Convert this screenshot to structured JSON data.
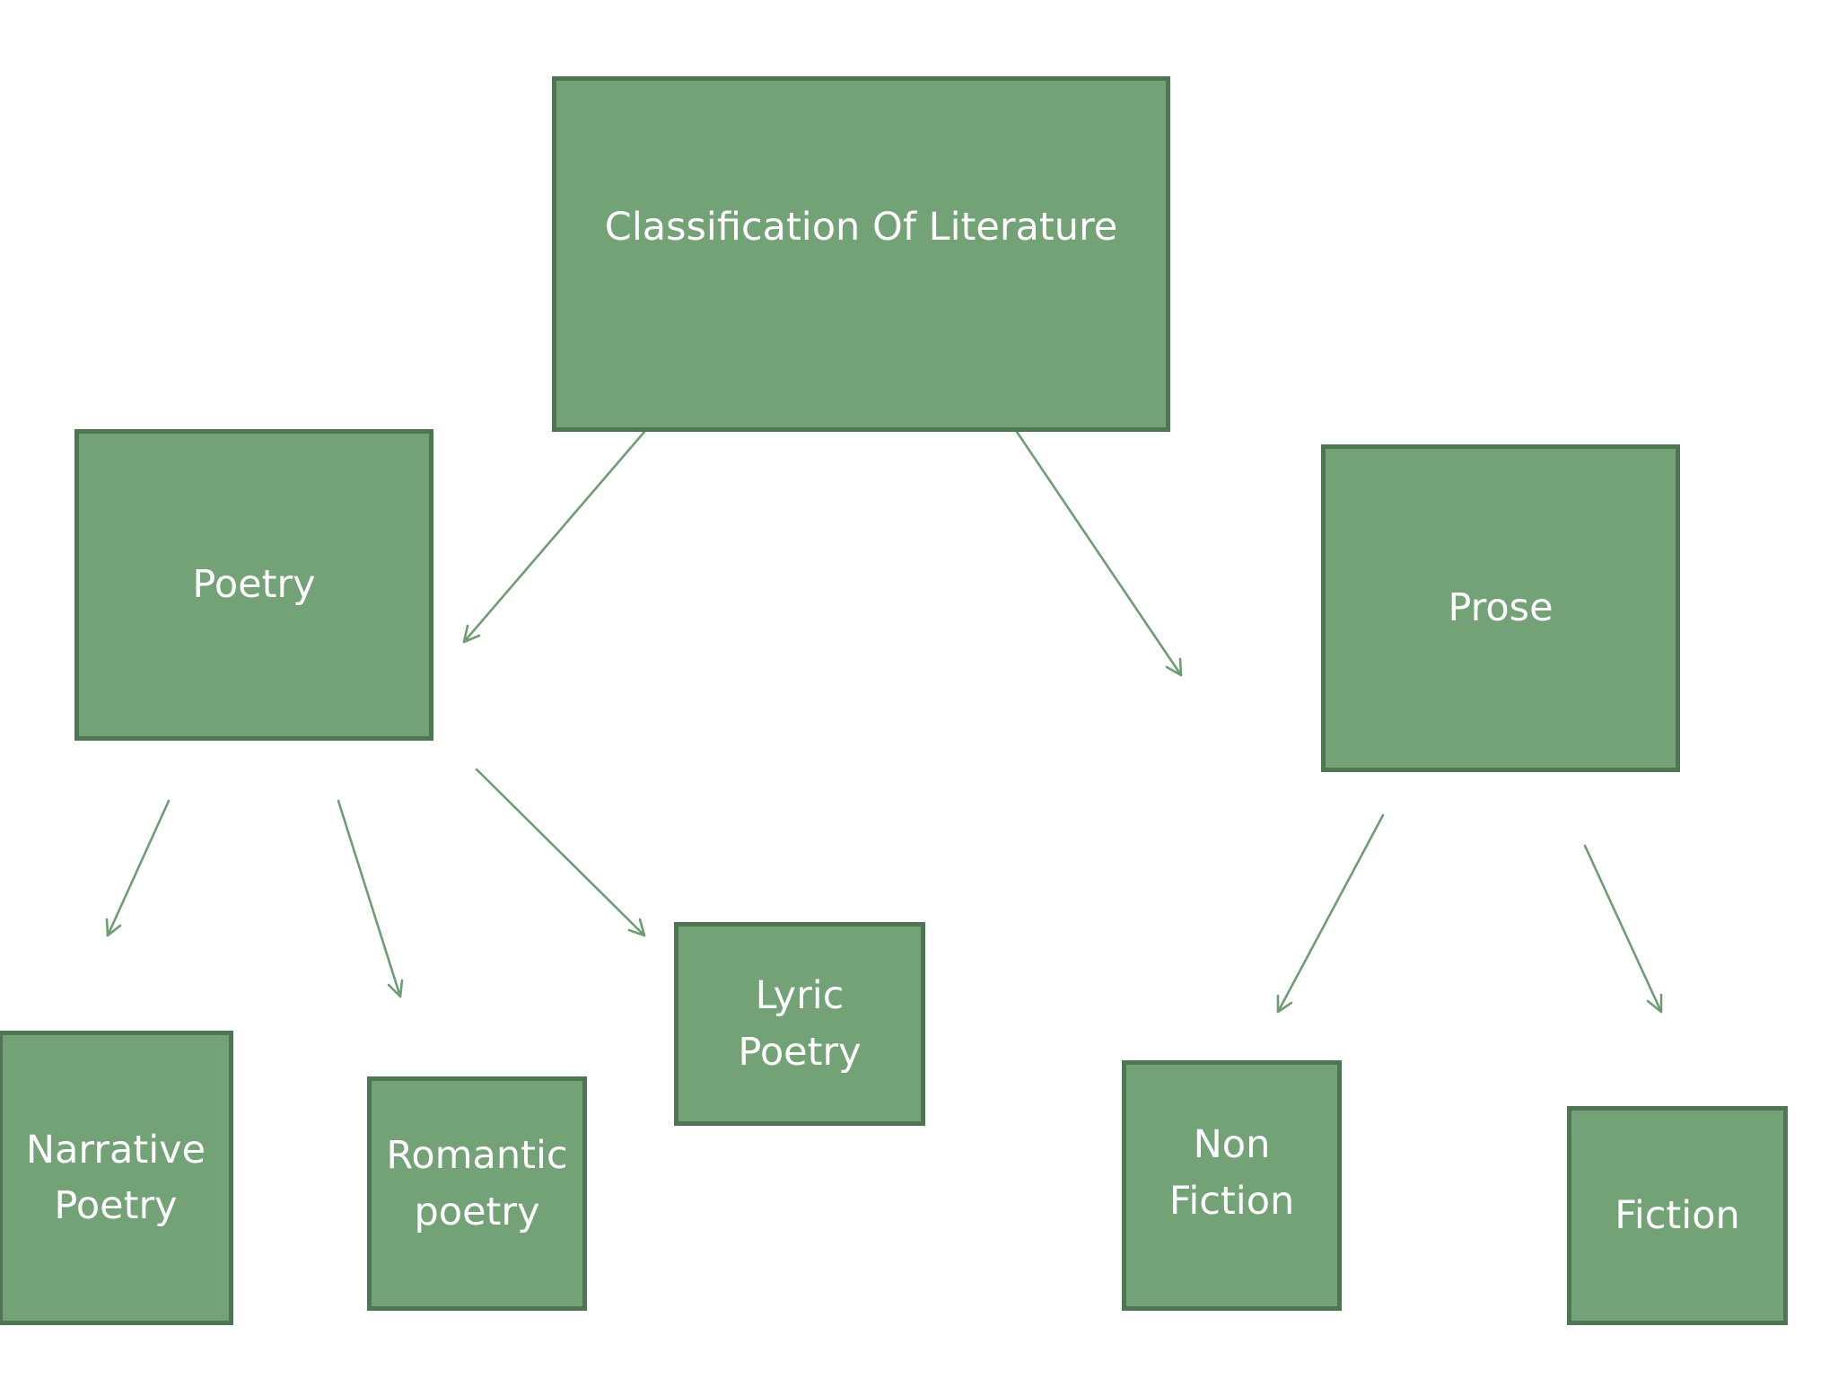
{
  "diagram": {
    "root": "Classification Of Literature",
    "poetry": "Poetry",
    "prose": "Prose",
    "narrative_line1": "Narrative",
    "narrative_line2": "Poetry",
    "romantic_line1": "Romantic",
    "romantic_line2": "poetry",
    "lyric_line1": "Lyric",
    "lyric_line2": "Poetry",
    "nonfiction_line1": "Non",
    "nonfiction_line2": "Fiction",
    "fiction": "Fiction"
  },
  "colors": {
    "box_fill": "#72a276",
    "box_border": "#4f7653",
    "arrow": "#6f9d73",
    "text": "#ffffff"
  }
}
